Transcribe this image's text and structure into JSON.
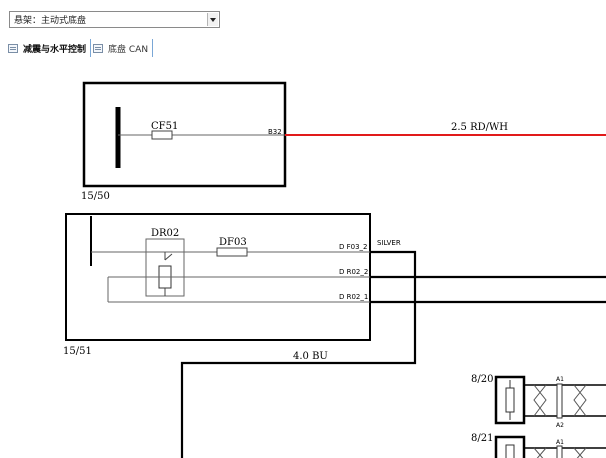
{
  "toolbar": {
    "select_value": "悬架：主动式底盘"
  },
  "tabs": [
    {
      "label": "减震与水平控制",
      "active": true
    },
    {
      "label": "底盘 CAN",
      "active": false
    }
  ],
  "diagram": {
    "box1": {
      "label": "15/50",
      "fuse_label": "CF51",
      "pin": "B32"
    },
    "wire_top": {
      "label": "2.5 RD/WH",
      "color": "#e11a1a"
    },
    "box2": {
      "label": "15/51",
      "relay_label": "DR02",
      "fuse_label": "DF03",
      "pins": [
        "D F03_2",
        "D R02_2",
        "D R02_1"
      ]
    },
    "silver_label": "SILVER",
    "wire_bottom": {
      "label": "4.0 BU"
    },
    "connectors": [
      {
        "label": "8/20",
        "top_pin": "A1",
        "bottom_pin": "A2"
      },
      {
        "label": "8/21",
        "top_pin": "A1"
      }
    ]
  }
}
